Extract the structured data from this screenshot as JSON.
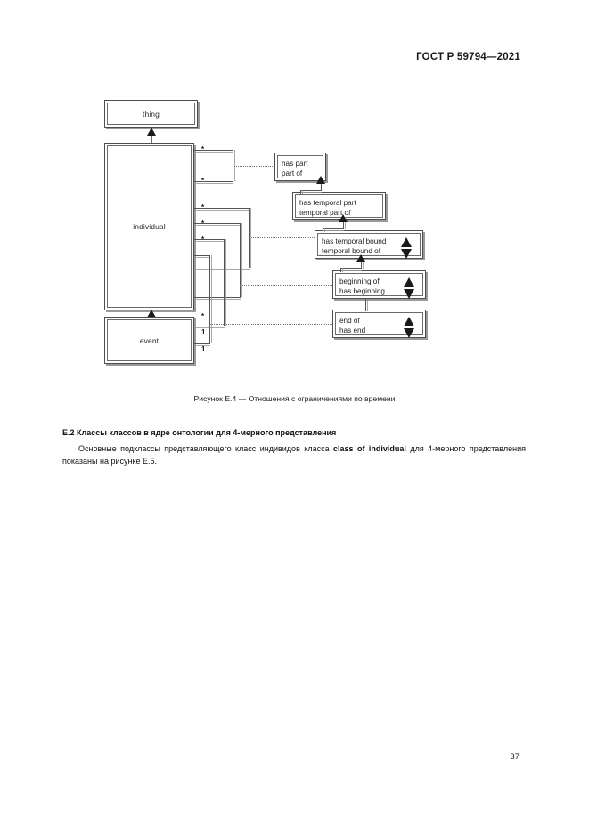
{
  "header": {
    "standard_id": "ГОСТ Р 59794—2021"
  },
  "figure": {
    "caption": "Рисунок Е.4 — Отношения с ограничениями по времени",
    "classes": [
      {
        "id": "thing",
        "label": "thing"
      },
      {
        "id": "individual",
        "label": "individual"
      },
      {
        "id": "event",
        "label": "event"
      }
    ],
    "relations": [
      {
        "id": "has-part",
        "line1": "has part",
        "line2": "part of",
        "updown": false
      },
      {
        "id": "has-temporal-part",
        "line1": "has temporal part",
        "line2": "temporal part of",
        "updown": false
      },
      {
        "id": "has-temporal-bound",
        "line1": "has temporal bound",
        "line2": "temporal bound of",
        "updown": true
      },
      {
        "id": "beginning-of",
        "line1": "beginning of",
        "line2": "has beginning",
        "updown": true
      },
      {
        "id": "end-of",
        "line1": "end of",
        "line2": "has end",
        "updown": true
      }
    ],
    "cardinalities": [
      {
        "id": "c1",
        "value": "*"
      },
      {
        "id": "c2",
        "value": "*"
      },
      {
        "id": "c3",
        "value": "*"
      },
      {
        "id": "c4",
        "value": "*"
      },
      {
        "id": "c5",
        "value": "*"
      },
      {
        "id": "c6",
        "value": "*"
      },
      {
        "id": "c7",
        "value": "1"
      },
      {
        "id": "c8",
        "value": "1"
      }
    ]
  },
  "section": {
    "heading": "Е.2 Классы классов в ядре онтологии для 4-мерного представления",
    "paragraph_part1": "Основные подклассы представляющего класс индивидов класса ",
    "paragraph_bold": "class of individual",
    "paragraph_part2": " для 4-мерного представления показаны на рисунке Е.5."
  },
  "footer": {
    "page_number": "37"
  }
}
